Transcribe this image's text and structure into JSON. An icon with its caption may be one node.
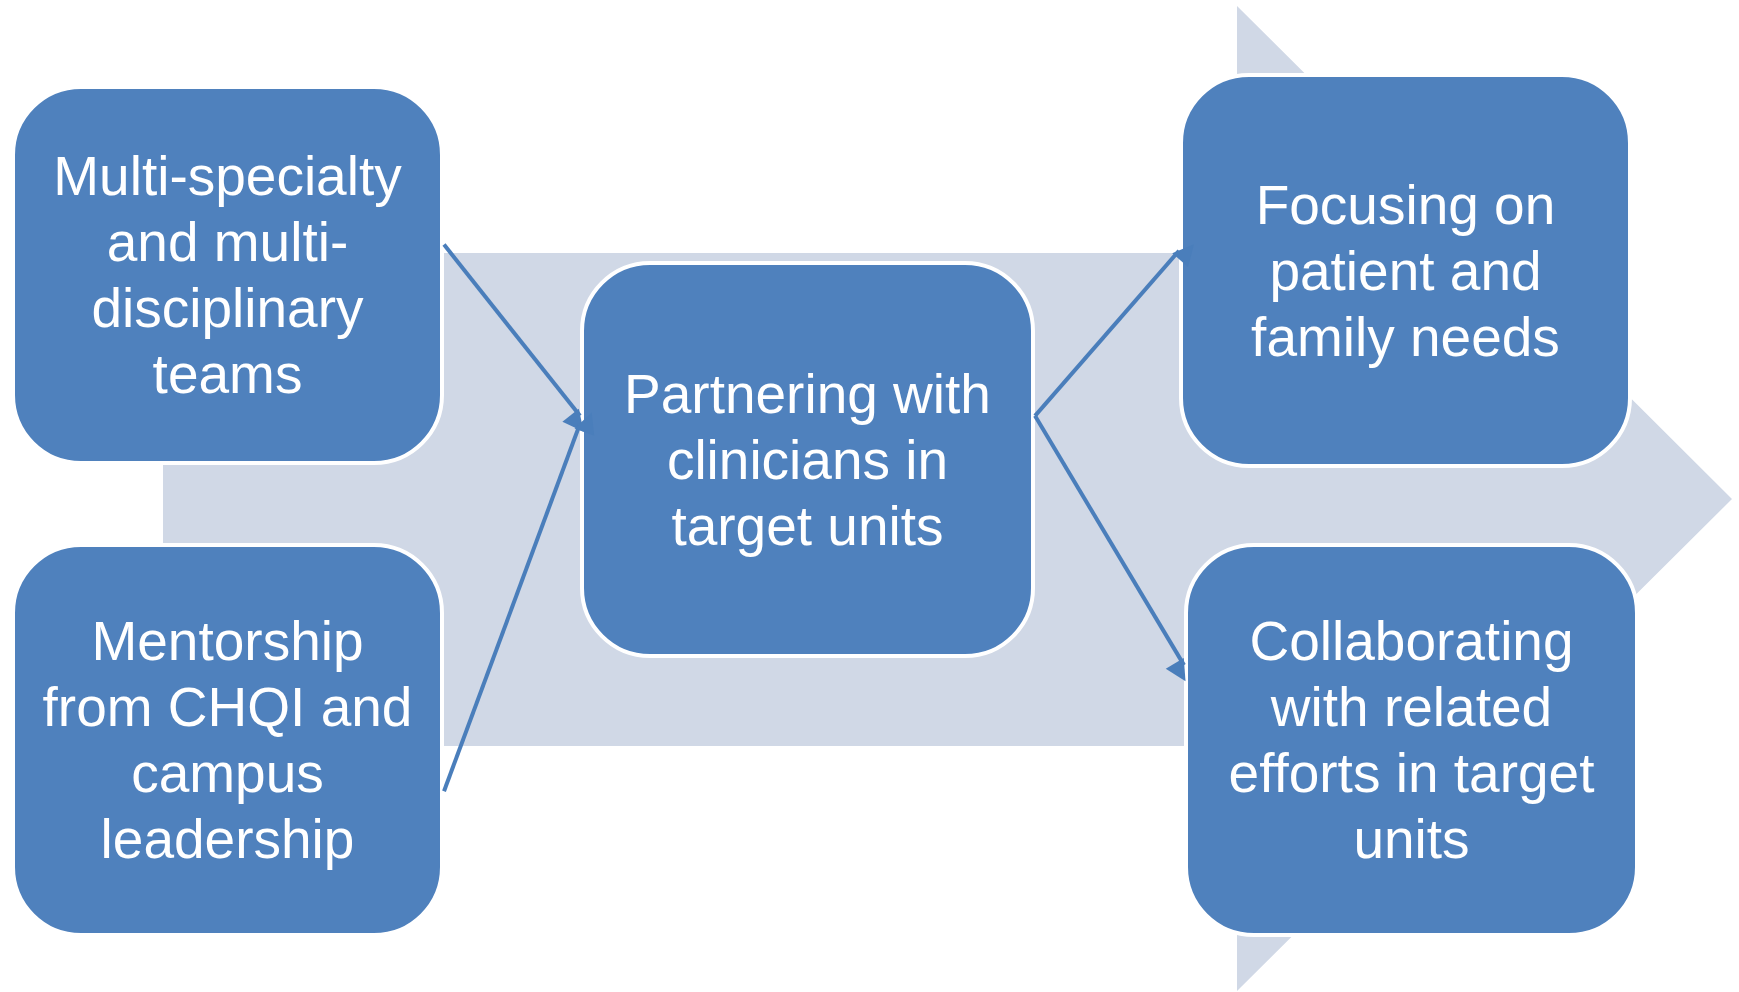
{
  "diagram": {
    "nodes": [
      {
        "text": [
          "Multi-specialty and multi-disciplinary teams"
        ]
      },
      {
        "text": [
          "Mentorship from CHQI and campus leadership"
        ]
      },
      {
        "text": [
          "Partnering with clinicians in target units"
        ]
      },
      {
        "text": [
          "Focusing on patient and family needs"
        ]
      },
      {
        "text": [
          "Collaborating with related efforts in target units"
        ]
      }
    ],
    "edges": [
      {
        "from": 0,
        "to": 2,
        "arrow": "to"
      },
      {
        "from": 1,
        "to": 2,
        "arrow": "to"
      },
      {
        "from": 2,
        "to": 3,
        "arrow": "to"
      },
      {
        "from": 2,
        "to": 4,
        "arrow": "to"
      }
    ]
  }
}
